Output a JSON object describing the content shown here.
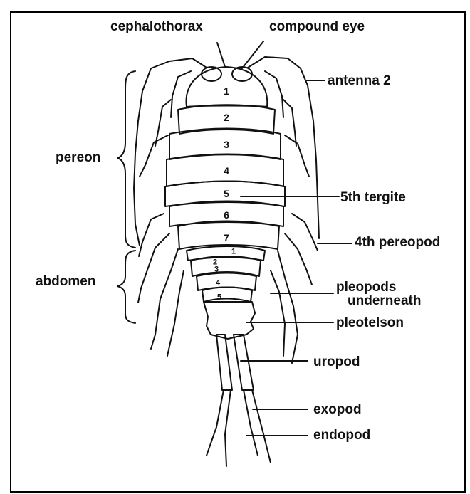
{
  "labels": {
    "cephalothorax": "cephalothorax",
    "compound_eye": "compound eye",
    "antenna_2": "antenna 2",
    "pereon": "pereon",
    "fifth_tergite": "5th tergite",
    "fourth_pereopod": "4th pereopod",
    "abdomen": "abdomen",
    "pleopods_line1": "pleopods",
    "pleopods_line2": "underneath",
    "pleotelson": "pleotelson",
    "uropod": "uropod",
    "exopod": "exopod",
    "endopod": "endopod"
  },
  "segments": {
    "s1": "1",
    "s2": "2",
    "s3": "3",
    "s4": "4",
    "s5": "5",
    "s6": "6",
    "s7": "7",
    "a1": "1",
    "a2": "2",
    "a3": "3",
    "a4": "4",
    "a5": "5"
  },
  "colors": {
    "line": "#111111",
    "background": "#ffffff"
  }
}
